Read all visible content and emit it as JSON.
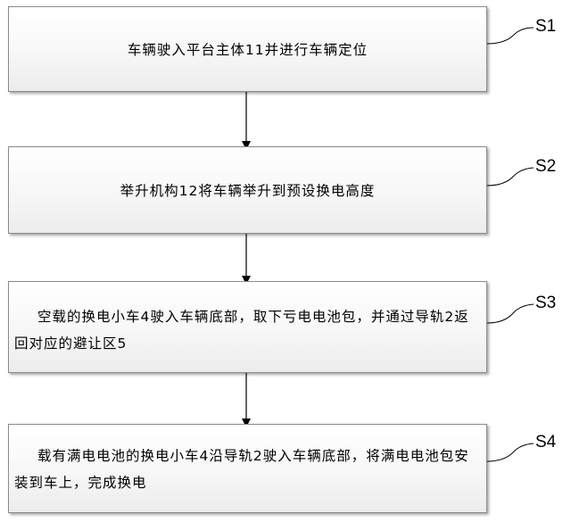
{
  "steps": [
    {
      "id": "S1",
      "text": "车辆驶入平台主体11并进行车辆定位"
    },
    {
      "id": "S2",
      "text": "举升机构12将车辆举升到预设换电高度"
    },
    {
      "id": "S3",
      "text": "空载的换电小车4驶入车辆底部，取下亏电电池包，并通过导轨2返回对应的避让区5"
    },
    {
      "id": "S4",
      "text": "载有满电电池的换电小车4沿导轨2驶入车辆底部，将满电电池包安装到车上，完成换电"
    }
  ]
}
